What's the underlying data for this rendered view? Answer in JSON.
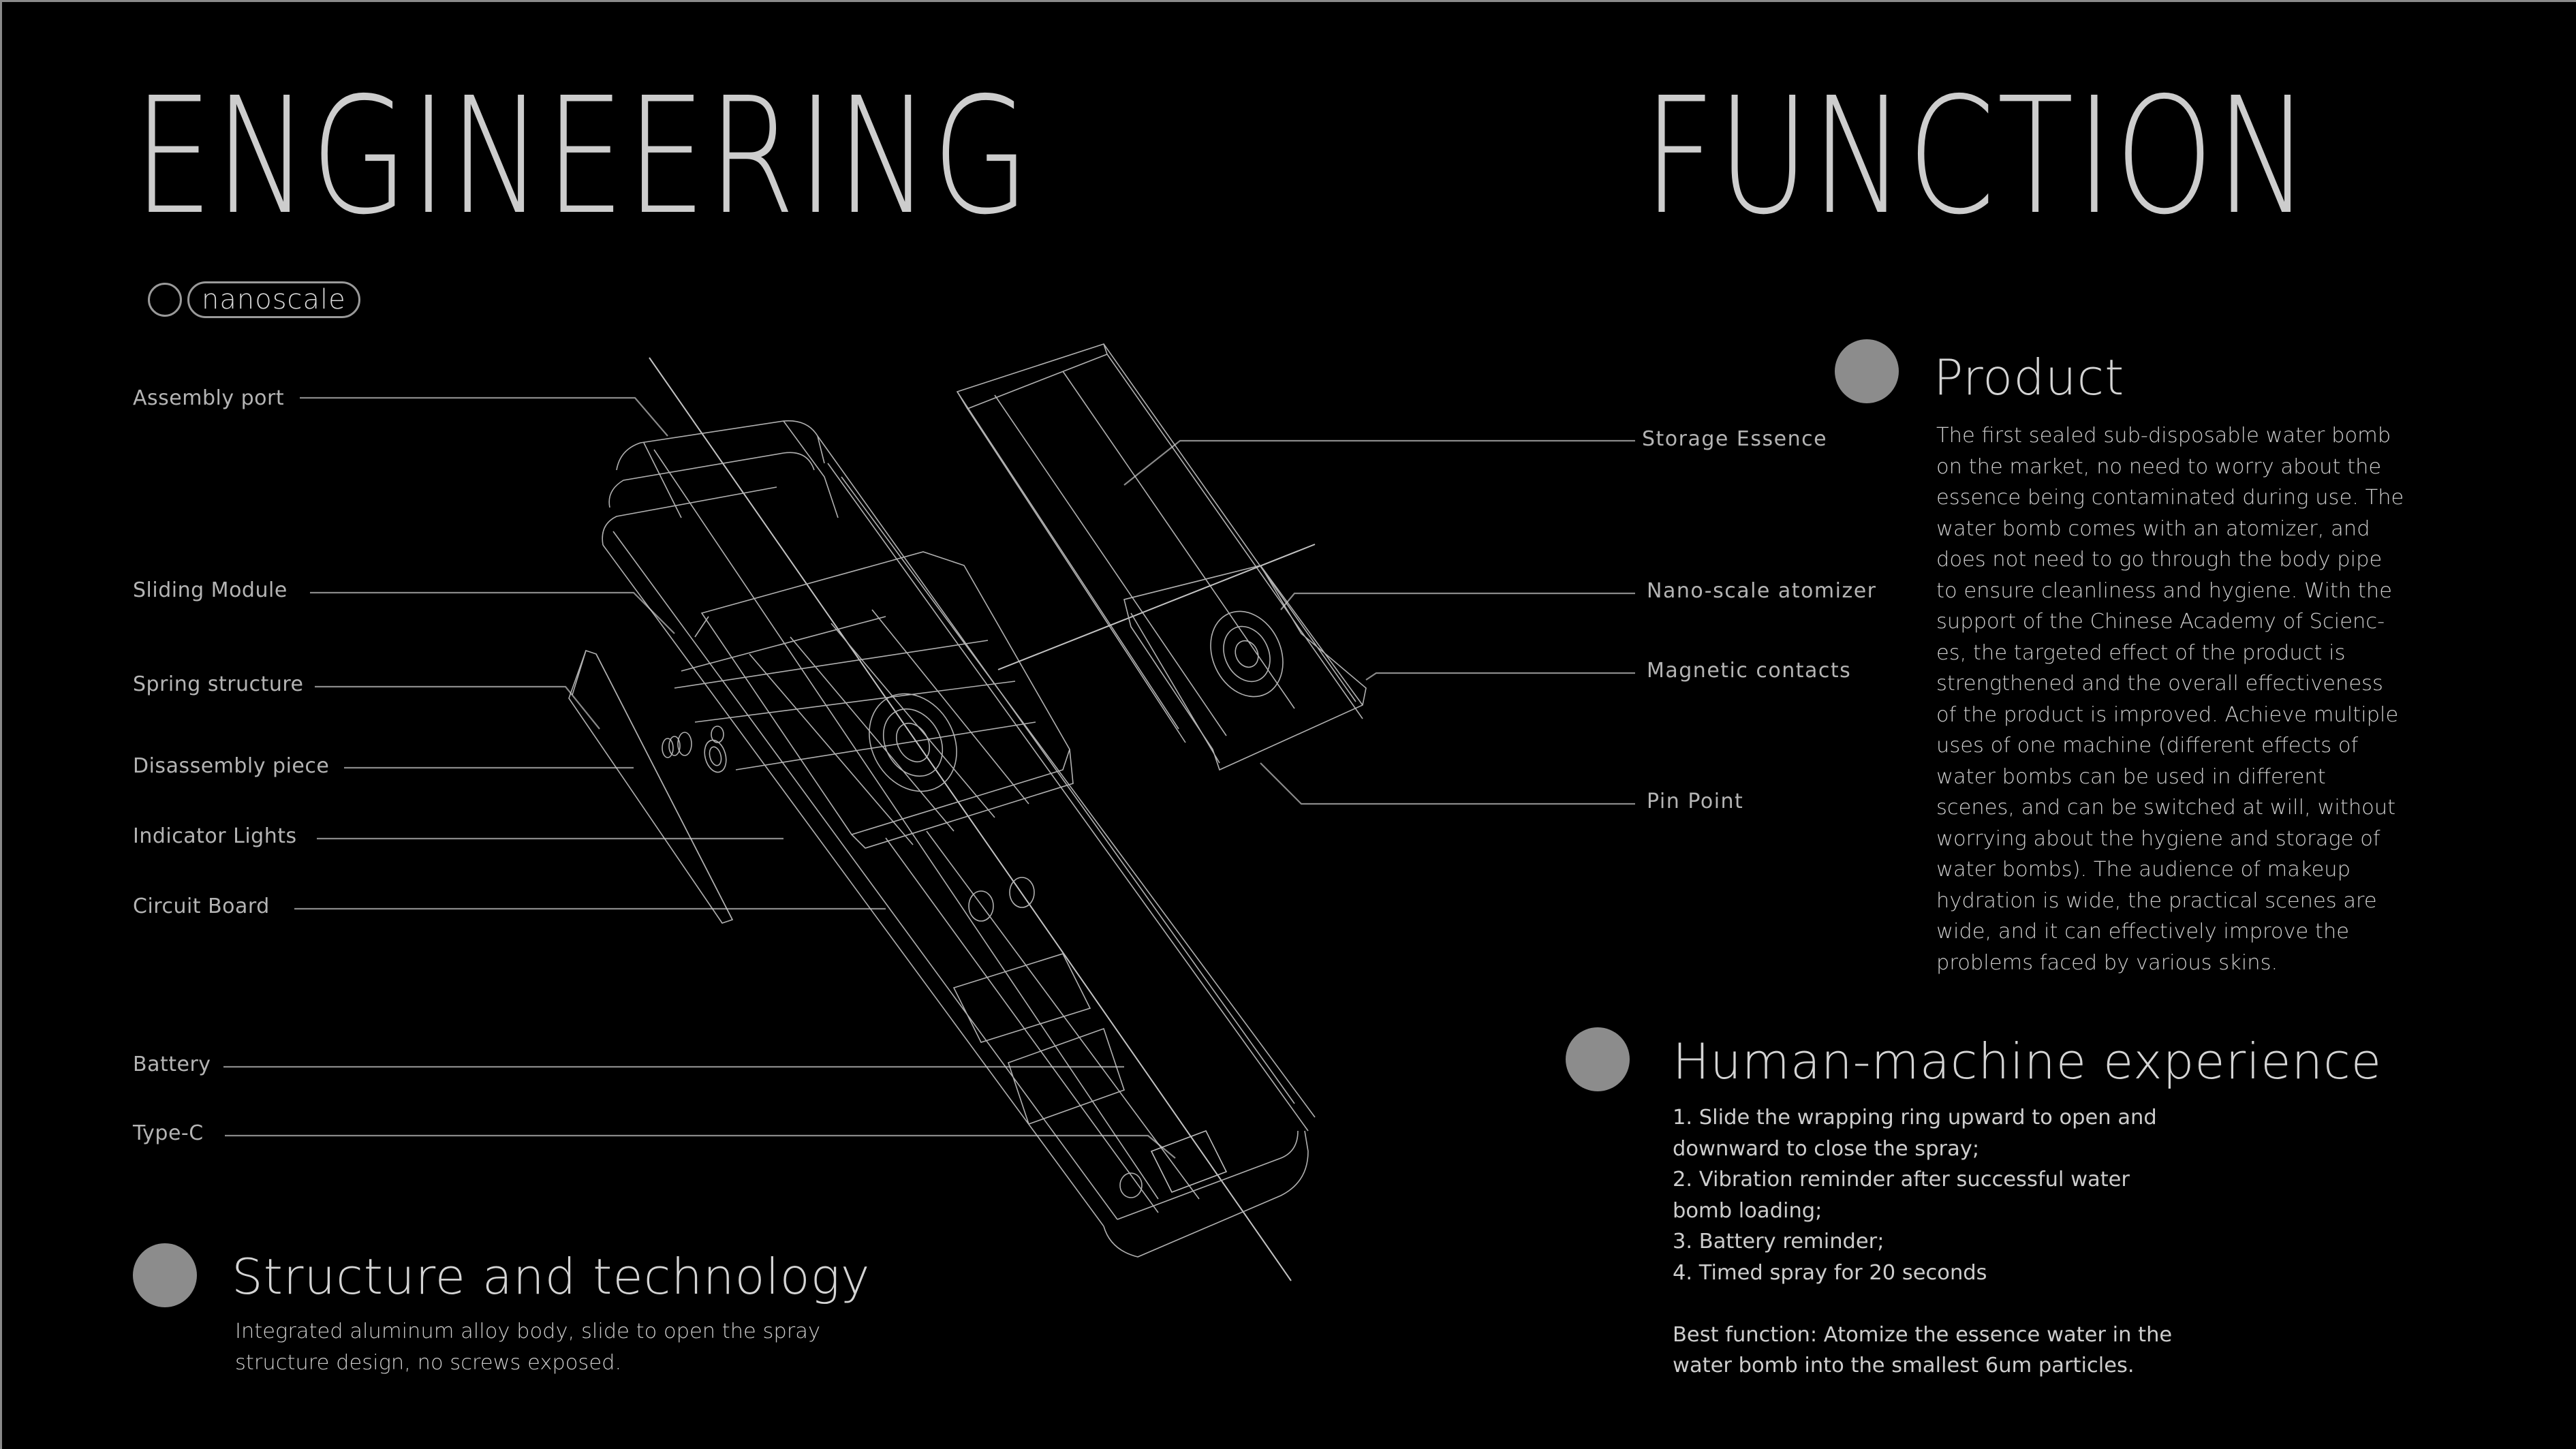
{
  "header": {
    "left_title": "ENGINEERING",
    "right_title": "FUNCTION"
  },
  "badge": {
    "label": "nanoscale"
  },
  "left_callouts": [
    {
      "label": "Assembly port"
    },
    {
      "label": "Sliding Module"
    },
    {
      "label": "Spring structure"
    },
    {
      "label": "Disassembly piece"
    },
    {
      "label": "Indicator Lights"
    },
    {
      "label": "Circuit Board"
    },
    {
      "label": "Battery"
    },
    {
      "label": "Type-C"
    }
  ],
  "right_callouts": [
    {
      "label": "Storage Essence"
    },
    {
      "label": "Nano-scale atomizer"
    },
    {
      "label": "Magnetic contacts"
    },
    {
      "label": "Pin Point"
    }
  ],
  "product": {
    "title": "Product",
    "lines": [
      "The first sealed sub-disposable water bomb",
      "on the market, no need to worry about the",
      "essence being contaminated during use. The",
      "water bomb comes with an atomizer, and",
      "does not need to go through the body pipe",
      "to ensure cleanliness and hygiene. With the",
      "support of the Chinese Academy of Scienc-",
      "es, the targeted effect of the product is",
      "strengthened and the overall effectiveness",
      "of the product is improved. Achieve multiple",
      "uses of one machine (different effects of",
      "water bombs can be used in different",
      "scenes, and can be switched at will, without",
      "worrying about the hygiene and storage of",
      "water bombs). The audience of makeup",
      "hydration is wide, the practical scenes are",
      "wide, and it can effectively improve the",
      "problems faced by various skins."
    ]
  },
  "human_machine": {
    "title": "Human-machine experience",
    "lines": [
      "1. Slide the wrapping ring upward to open and",
      "downward to close the spray;",
      "2. Vibration reminder after successful water",
      "bomb loading;",
      "3. Battery reminder;",
      "4. Timed spray for 20 seconds",
      "",
      "Best function: Atomize the essence water in the",
      "water bomb into the smallest 6um particles."
    ]
  },
  "structure": {
    "title": "Structure and technology",
    "lines": [
      "Integrated aluminum alloy body, slide to open the spray",
      "structure design, no screws exposed."
    ]
  },
  "colors": {
    "background": "#000000",
    "title_text": "#cdcdcd",
    "bullet": "#8c8c8c",
    "callout_text": "#b4b4b4",
    "leader_line": "#8a8a8a",
    "wireframe": "#d0d0d0"
  }
}
